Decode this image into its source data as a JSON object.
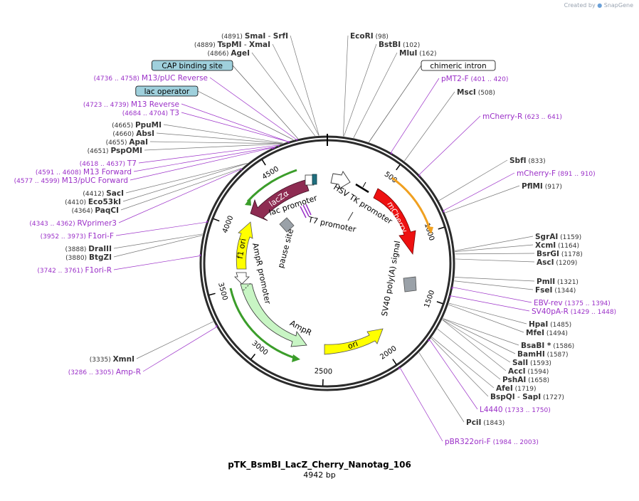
{
  "credit": {
    "prefix": "Created by",
    "brand": "SnapGene"
  },
  "plasmid": {
    "name": "pTK_BsmBI_LacZ_Cherry_Nanotag_106",
    "size": "4942 bp"
  },
  "colors": {
    "backbone": "#2b2b2b",
    "primer": "#9b30c8",
    "site": "#333333"
  },
  "ticks": [
    "500",
    "1000",
    "1500",
    "2000",
    "2500",
    "3000",
    "3500",
    "4000",
    "4500"
  ],
  "features": [
    {
      "label": "lacZα",
      "color": "#8e2c52"
    },
    {
      "label": "mCherry",
      "color": "#ee1111"
    },
    {
      "label": "f1 ori",
      "color": "#ffff00"
    },
    {
      "label": "AmpR",
      "color": "#c8f5c4"
    },
    {
      "label": "ori",
      "color": "#ffff00"
    },
    {
      "label": "lac promoter"
    },
    {
      "label": "T7 promoter"
    },
    {
      "label": "pause site"
    },
    {
      "label": "AmpR promoter"
    },
    {
      "label": "HSV TK promoter"
    },
    {
      "label": "SV40 poly(A) signal"
    },
    {
      "label": "CAP binding site"
    },
    {
      "label": "lac operator"
    },
    {
      "label": "chimeric intron"
    }
  ],
  "left_labels": [
    {
      "pos": "(4891)",
      "name": "SmaI",
      "extra": "SrfI",
      "type": "site"
    },
    {
      "pos": "(4889)",
      "name": "TspMI",
      "extra": "XmaI",
      "type": "site"
    },
    {
      "pos": "(4866)",
      "name": "AgeI",
      "type": "site"
    },
    {
      "name": "CAP binding site",
      "type": "box",
      "fill": "#9fd0dc"
    },
    {
      "pos": "(4736 .. 4758)",
      "name": "M13/pUC Reverse",
      "type": "primer"
    },
    {
      "name": "lac operator",
      "type": "box",
      "fill": "#9fd0dc"
    },
    {
      "pos": "(4723 .. 4739)",
      "name": "M13 Reverse",
      "type": "primer"
    },
    {
      "pos": "(4684 .. 4704)",
      "name": "T3",
      "type": "primer"
    },
    {
      "pos": "(4665)",
      "name": "PpuMI",
      "type": "site"
    },
    {
      "pos": "(4660)",
      "name": "AbsI",
      "type": "site"
    },
    {
      "pos": "(4655)",
      "name": "ApaI",
      "type": "site"
    },
    {
      "pos": "(4651)",
      "name": "PspOMI",
      "type": "site"
    },
    {
      "pos": "(4618 .. 4637)",
      "name": "T7",
      "type": "primer"
    },
    {
      "pos": "(4591 .. 4608)",
      "name": "M13 Forward",
      "type": "primer"
    },
    {
      "pos": "(4577 .. 4599)",
      "name": "M13/pUC Forward",
      "type": "primer"
    },
    {
      "pos": "(4412)",
      "name": "SacI",
      "type": "site"
    },
    {
      "pos": "(4410)",
      "name": "Eco53kI",
      "type": "site"
    },
    {
      "pos": "(4364)",
      "name": "PaqCI",
      "type": "site"
    },
    {
      "pos": "(4343 .. 4362)",
      "name": "RVprimer3",
      "type": "primer"
    },
    {
      "pos": "(3952 .. 3973)",
      "name": "F1ori-F",
      "type": "primer"
    },
    {
      "pos": "(3888)",
      "name": "DraIII",
      "type": "site"
    },
    {
      "pos": "(3880)",
      "name": "BtgZI",
      "type": "site"
    },
    {
      "pos": "(3742 .. 3761)",
      "name": "F1ori-R",
      "type": "primer"
    },
    {
      "pos": "(3335)",
      "name": "XmnI",
      "type": "site"
    },
    {
      "pos": "(3286 .. 3305)",
      "name": "Amp-R",
      "type": "primer"
    }
  ],
  "right_labels": [
    {
      "pos": "(98)",
      "name": "EcoRI",
      "type": "site"
    },
    {
      "pos": "(102)",
      "name": "BstBI",
      "type": "site"
    },
    {
      "pos": "(162)",
      "name": "MluI",
      "type": "site"
    },
    {
      "name": "chimeric intron",
      "type": "box",
      "fill": "#ffffff"
    },
    {
      "pos": "(401 .. 420)",
      "name": "pMT2-F",
      "type": "primer"
    },
    {
      "pos": "(508)",
      "name": "MscI",
      "type": "site"
    },
    {
      "pos": "(623 .. 641)",
      "name": "mCherry-R",
      "type": "primer"
    },
    {
      "pos": "(833)",
      "name": "SbfI",
      "type": "site"
    },
    {
      "pos": "(891 .. 910)",
      "name": "mCherry-F",
      "type": "primer"
    },
    {
      "pos": "(917)",
      "name": "PflMI",
      "type": "site"
    },
    {
      "pos": "(1159)",
      "name": "SgrAI",
      "type": "site"
    },
    {
      "pos": "(1164)",
      "name": "XcmI",
      "type": "site"
    },
    {
      "pos": "(1178)",
      "name": "BsrGI",
      "type": "site"
    },
    {
      "pos": "(1209)",
      "name": "AscI",
      "type": "site"
    },
    {
      "pos": "(1321)",
      "name": "PmlI",
      "type": "site"
    },
    {
      "pos": "(1344)",
      "name": "FseI",
      "type": "site"
    },
    {
      "pos": "(1375 .. 1394)",
      "name": "EBV-rev",
      "type": "primer"
    },
    {
      "pos": "(1429 .. 1448)",
      "name": "SV40pA-R",
      "type": "primer"
    },
    {
      "pos": "(1485)",
      "name": "HpaI",
      "type": "site"
    },
    {
      "pos": "(1494)",
      "name": "MfeI",
      "type": "site"
    },
    {
      "pos": "(1586)",
      "name": "BsaBI",
      "mark": "*",
      "type": "site"
    },
    {
      "pos": "(1587)",
      "name": "BamHI",
      "type": "site"
    },
    {
      "pos": "(1593)",
      "name": "SalI",
      "type": "site"
    },
    {
      "pos": "(1594)",
      "name": "AccI",
      "type": "site"
    },
    {
      "pos": "(1658)",
      "name": "PshAI",
      "type": "site"
    },
    {
      "pos": "(1719)",
      "name": "AfeI",
      "type": "site"
    },
    {
      "pos": "(1727)",
      "name": "BspQI",
      "extra": "SapI",
      "type": "site"
    },
    {
      "pos": "(1733 .. 1750)",
      "name": "L4440",
      "type": "primer"
    },
    {
      "pos": "(1843)",
      "name": "PciI",
      "type": "site"
    },
    {
      "pos": "(1984 .. 2003)",
      "name": "pBR322ori-F",
      "type": "primer"
    }
  ]
}
